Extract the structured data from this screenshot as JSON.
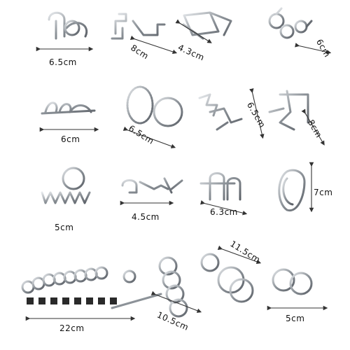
{
  "labels": {
    "p1": "6.5cm",
    "p2": "8cm",
    "p3": "4.3cm",
    "p4": "6cm",
    "p5": "6cm",
    "p6": "6.5cm",
    "p7": "6.5cm",
    "p8": "8cm",
    "p9": "5cm",
    "p10": "4.5cm",
    "p11": "6.3cm",
    "p12": "7cm",
    "p13": "22cm",
    "p14": "10.5cm",
    "p15": "11.5cm",
    "p16": "5cm"
  },
  "colors": {
    "metal_dark": "#5a5f66",
    "metal_mid": "#9aa0a6",
    "metal_light": "#d9dde1",
    "arrow": "#333333",
    "beads": "#2a2a2a"
  }
}
